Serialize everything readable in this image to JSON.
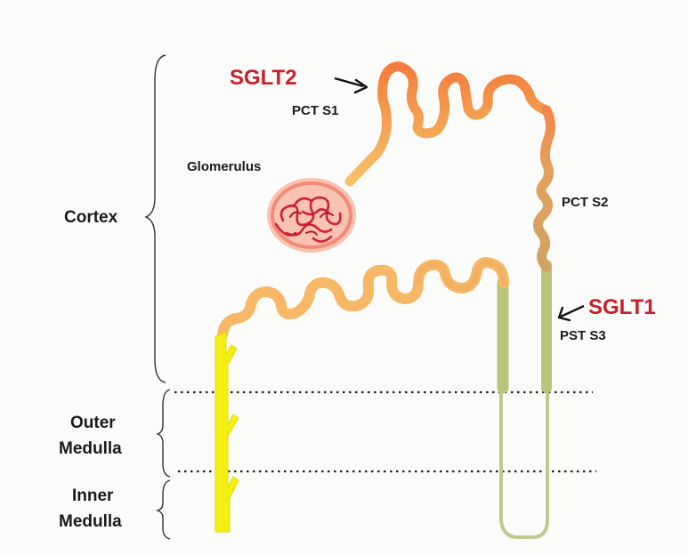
{
  "regions": {
    "cortex": "Cortex",
    "outer_medulla_1": "Outer",
    "outer_medulla_2": "Medulla",
    "inner_medulla_1": "Inner",
    "inner_medulla_2": "Medulla"
  },
  "labels": {
    "sglt2": "SGLT2",
    "pct_s1": "PCT S1",
    "glomerulus": "Glomerulus",
    "pct_s2": "PCT S2",
    "sglt1": "SGLT1",
    "pst_s3": "PST S3"
  },
  "colors": {
    "sglt_red": "#c8202a",
    "tubule_orange": "#f2894e",
    "tubule_tan": "#dca05a",
    "tubule_light": "#f6b565",
    "loop_green": "#bcc88a",
    "collecting_yellow": "#f2ee12",
    "glomerulus_red": "#d12840"
  }
}
